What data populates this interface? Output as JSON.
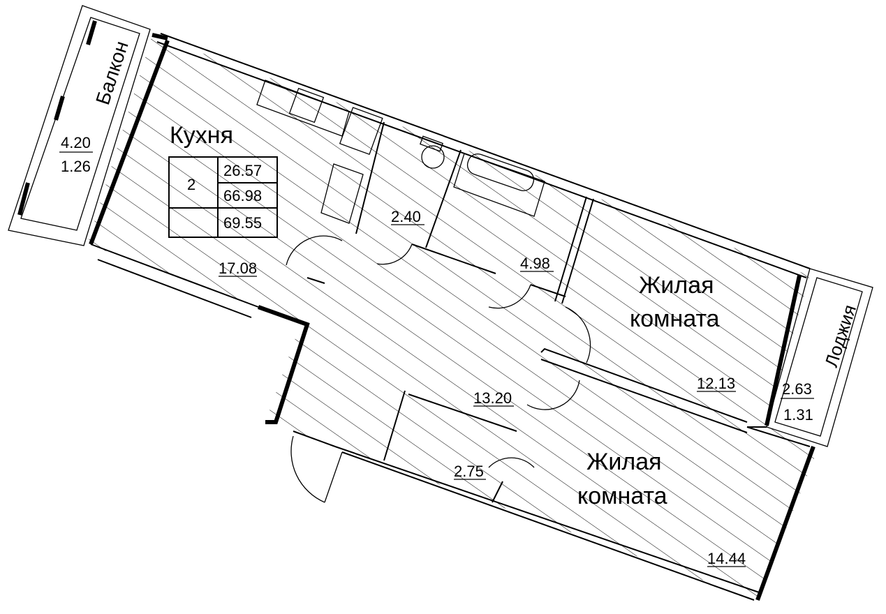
{
  "rooms": {
    "kitchen": {
      "label": "Кухня",
      "area": "17.08"
    },
    "bath_small": {
      "area": "2.40"
    },
    "bath_large": {
      "area": "4.98"
    },
    "hall": {
      "area": "13.20"
    },
    "closet": {
      "area": "2.75"
    },
    "living1": {
      "label_line1": "Жилая",
      "label_line2": "комната",
      "area": "12.13"
    },
    "living2": {
      "label_line1": "Жилая",
      "label_line2": "комната",
      "area": "14.44"
    },
    "balcony": {
      "label": "Балкон",
      "area_top": "4.20",
      "area_bottom": "1.26"
    },
    "loggia": {
      "label": "Лоджия",
      "area_top": "2.63",
      "area_bottom": "1.31"
    }
  },
  "summary": {
    "rooms_count": "2",
    "living_area": "26.57",
    "total_area": "66.98",
    "total_with_balconies": "69.55"
  }
}
